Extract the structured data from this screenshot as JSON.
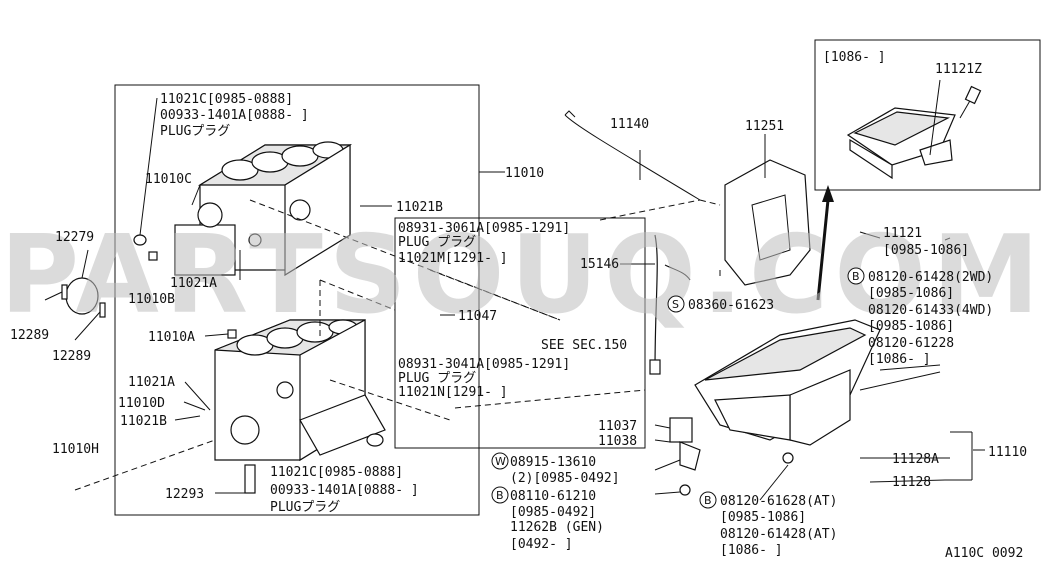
{
  "watermark": "PARTSOUQ.COM",
  "figure_code": "A110C 0092",
  "inset_label": "[1086-  ]",
  "block_labels": {
    "upper_note_1": "11021C[0985-0888]",
    "upper_note_2": "00933-1401A[0888-  ]",
    "upper_note_3": "PLUGプラグ",
    "lower_note_1": "11021C[0985-0888]",
    "lower_note_2": "00933-1401A[0888-  ]",
    "lower_note_3": "PLUGプラグ"
  },
  "parts": [
    {
      "key": "p11121z",
      "text": "11121Z"
    },
    {
      "key": "p11140",
      "text": "11140"
    },
    {
      "key": "p11251",
      "text": "11251"
    },
    {
      "key": "p11010",
      "text": "11010"
    },
    {
      "key": "p11010c",
      "text": "11010C"
    },
    {
      "key": "p11021b_top",
      "text": "11021B"
    },
    {
      "key": "p12279",
      "text": "12279"
    },
    {
      "key": "p11021a_top",
      "text": "11021A"
    },
    {
      "key": "p11010b",
      "text": "11010B"
    },
    {
      "key": "p12289a",
      "text": "12289"
    },
    {
      "key": "p12289b",
      "text": "12289"
    },
    {
      "key": "p11010a",
      "text": "11010A"
    },
    {
      "key": "p11021a",
      "text": "11021A"
    },
    {
      "key": "p11010d",
      "text": "11010D"
    },
    {
      "key": "p11021b",
      "text": "11021B"
    },
    {
      "key": "p11010h",
      "text": "11010H"
    },
    {
      "key": "p12293",
      "text": "12293"
    },
    {
      "key": "p11047",
      "text": "11047"
    },
    {
      "key": "p15146",
      "text": "15146"
    },
    {
      "key": "p11037",
      "text": "11037"
    },
    {
      "key": "p11038",
      "text": "11038"
    },
    {
      "key": "p11110",
      "text": "11110"
    },
    {
      "key": "p11128a",
      "text": "11128A"
    },
    {
      "key": "p11128",
      "text": "11128"
    }
  ],
  "notes": {
    "plug_3061_1": "08931-3061A[0985-1291]",
    "plug_3061_2": "PLUG プラグ",
    "plug_3061_3": "11021M[1291-  ]",
    "see_sec": "SEE SEC.150",
    "plug_3041_1": "08931-3041A[0985-1291]",
    "plug_3041_2": "PLUG プラグ",
    "plug_3041_3": "11021N[1291-  ]",
    "oilpan_1": "11121",
    "oilpan_2": "[0985-1086]",
    "bolt_b1_1": "08120-61428(2WD)",
    "bolt_b1_2": "[0985-1086]",
    "bolt_b1_3": "08120-61433(4WD)",
    "bolt_b1_4": "[0985-1086]",
    "bolt_b1_5": "08120-61228",
    "bolt_b1_6": "[1086-  ]",
    "screw_s": "08360-61623",
    "washer_w_1": "08915-13610",
    "washer_w_2": "(2)[0985-0492]",
    "bolt_b2_1": "08110-61210",
    "bolt_b2_2": "[0985-0492]",
    "bolt_b2_3": "11262B (GEN)",
    "bolt_b2_4": "[0492-  ]",
    "bolt_b3_1": "08120-61628(AT)",
    "bolt_b3_2": "[0985-1086]",
    "bolt_b3_3": "08120-61428(AT)",
    "bolt_b3_4": "[1086-  ]"
  },
  "circle_marks": {
    "b": "B",
    "s": "S",
    "w": "W"
  }
}
